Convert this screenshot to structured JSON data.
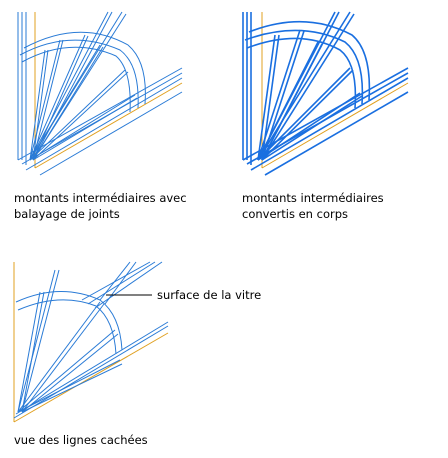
{
  "colors": {
    "edge": "#2a7bd6",
    "edge_heavy": "#1a6fe0",
    "frame": "#e0a020",
    "callout": "#000000",
    "background": "#ffffff"
  },
  "panels": [
    {
      "id": "sweep",
      "caption_line1": "montants intermédiaires avec",
      "caption_line2": "balayage de joints"
    },
    {
      "id": "bodies",
      "caption_line1": "montants intermédiaires",
      "caption_line2": "convertis en corps"
    },
    {
      "id": "hidden",
      "caption_line1": "vue des lignes cachées",
      "caption_line2": ""
    }
  ],
  "callout": {
    "label": "surface de la vitre"
  }
}
